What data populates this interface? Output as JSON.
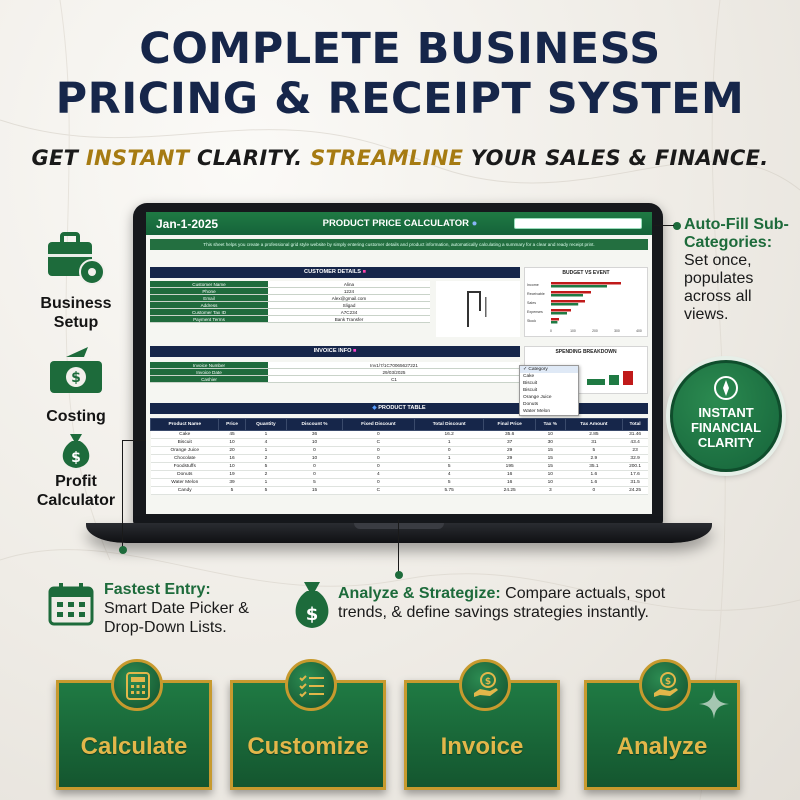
{
  "headline": {
    "line1": "COMPLETE BUSINESS",
    "line2": "PRICING & RECEIPT SYSTEM"
  },
  "tagline": {
    "p1": "GET ",
    "p2": "INSTANT",
    "p3": " CLARITY. ",
    "p4": "STREAMLINE",
    "p5": " YOUR SALES & FINANCE."
  },
  "colors": {
    "navy": "#16264a",
    "green": "#1d6b3b",
    "gold": "#c79a2e"
  },
  "screen": {
    "date": "Jan-1-2025",
    "title": "PRODUCT PRICE CALCULATOR",
    "description": "This sheet helps you create a professional grid style website by simply entering customer details and product information, automatically calculating a summary for a clear and ready receipt print.",
    "customer_header": "CUSTOMER DETAILS",
    "customer_fields": [
      {
        "k": "Customer Name",
        "v": "Alina"
      },
      {
        "k": "Phone",
        "v": "1224"
      },
      {
        "k": "Email",
        "v": "Alex@gmail.com"
      },
      {
        "k": "Address",
        "v": "Sligad"
      },
      {
        "k": "Customer Tax ID",
        "v": "A7C234"
      },
      {
        "k": "Payment Terms",
        "v": "Bank Transfer"
      }
    ],
    "budget_title": "BUDGET VS EVENT",
    "budget_categories": [
      "Income",
      "Receivable",
      "Sales",
      "Expenses",
      "Stock"
    ],
    "budget_xticks": [
      "0",
      "100",
      "200",
      "300",
      "400"
    ],
    "invoice_header": "INVOICE INFO",
    "invoice_fields": [
      {
        "k": "Invoice Number",
        "v": "Inv1/7/1C70065627221"
      },
      {
        "k": "Invoice Date",
        "v": "29/03/2025"
      },
      {
        "k": "Cashier",
        "v": "C1"
      }
    ],
    "spending_title": "SPENDING BREAKDOWN",
    "dropdown": {
      "options": [
        "Category",
        "Cake",
        "Biscuit",
        "Biscuit",
        "Orange Juice",
        "Donuts",
        "Water Melon"
      ],
      "selected": "✓ Category"
    },
    "product_header": "PRODUCT TABLE",
    "columns": [
      "Product Name",
      "Price",
      "Quantity",
      "Discount %",
      "Fixed Discount",
      "Total Discount",
      "Final Price",
      "Tax %",
      "Tax Amount",
      "Total"
    ],
    "rows": [
      [
        "Cake",
        "45",
        "1",
        "36",
        "0",
        "16.2",
        "35.6",
        "10",
        "2.85",
        "31.46"
      ],
      [
        "Biscuit",
        "10",
        "4",
        "10",
        "C",
        "1",
        "37",
        "30",
        "31",
        "43.4"
      ],
      [
        "Orange Juice",
        "20",
        "1",
        "0",
        "0",
        "0",
        "29",
        "15",
        "5",
        "23"
      ],
      [
        "Chocolate",
        "16",
        "2",
        "10",
        "0",
        "1",
        "29",
        "15",
        "2.9",
        "32.9"
      ],
      [
        "Foodstuffs",
        "10",
        "5",
        "0",
        "0",
        "5",
        "195",
        "15",
        "35.1",
        "200.1"
      ],
      [
        "Donuts",
        "19",
        "2",
        "0",
        "4",
        "4",
        "16",
        "10",
        "1.6",
        "17.6"
      ],
      [
        "Water Melon",
        "39",
        "1",
        "5",
        "0",
        "5",
        "16",
        "10",
        "1.6",
        "31.5"
      ],
      [
        "Candy",
        "5",
        "5",
        "15",
        "C",
        "5.75",
        "24.25",
        "3",
        "0",
        "24.25"
      ]
    ]
  },
  "left_features": [
    {
      "label": "Business\nSetup",
      "icon": "briefcase-gear-icon"
    },
    {
      "label": "Costing",
      "icon": "cash-growth-icon"
    },
    {
      "label": "Profit\nCalculator",
      "icon": "money-bag-icon"
    }
  ],
  "right_callout": {
    "title": "Auto-Fill Sub-Categories:",
    "body": "Set once, populates across all views."
  },
  "badge": {
    "text": "INSTANT FINANCIAL CLARITY",
    "icon": "compass-icon"
  },
  "bottom_left": {
    "title": "Fastest Entry:",
    "body": "Smart Date Picker & Drop-Down Lists.",
    "icon": "calendar-icon"
  },
  "bottom_right": {
    "title": "Analyze & Strategize:",
    "body": " Compare actuals, spot trends, & define savings strategies instantly.",
    "icon": "money-bag-icon"
  },
  "tiles": [
    {
      "label": "Calculate",
      "icon": "calculator-icon"
    },
    {
      "label": "Customize",
      "icon": "checklist-icon"
    },
    {
      "label": "Invoice",
      "icon": "hand-coin-icon"
    },
    {
      "label": "Analyze",
      "icon": "hand-coin-icon"
    }
  ]
}
